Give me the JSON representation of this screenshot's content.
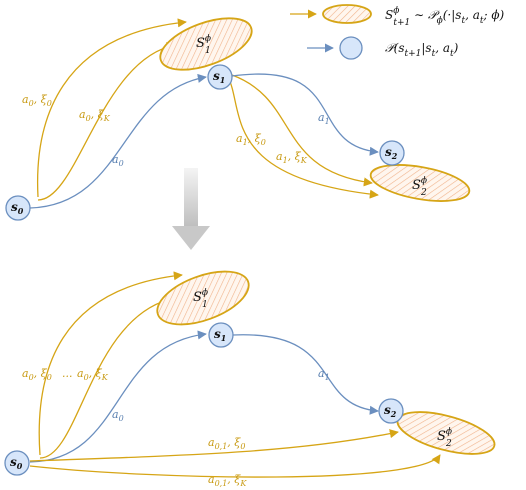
{
  "legend": {
    "set_label": "S^ϕ_{t+1} ∼ 𝒫_ϕ(·|s_t, a_t; ϕ)",
    "set_main": "S",
    "set_sup": "ϕ",
    "set_sub": "t+1",
    "set_rest": " ∼ 𝒫",
    "set_rest_sub": "ϕ",
    "set_rest2": "(·|s",
    "set_rest2_sub": "t",
    "set_rest3": ", a",
    "set_rest3_sub": "t",
    "set_rest4": "; ϕ)",
    "node_main": "𝒫(s",
    "node_sub1": "t+1",
    "node_mid": "|s",
    "node_sub2": "t",
    "node_mid2": ", a",
    "node_sub3": "t",
    "node_end": ")"
  },
  "top": {
    "s0": {
      "main": "s",
      "sub": "0"
    },
    "s1": {
      "main": "s",
      "sub": "1"
    },
    "s2": {
      "main": "s",
      "sub": "2"
    },
    "set1": {
      "main": "S",
      "sup": "ϕ",
      "sub": "1"
    },
    "set2": {
      "main": "S",
      "sup": "ϕ",
      "sub": "2"
    },
    "lbl_a0xi0": {
      "a": "a",
      "asub": "0",
      "xi": ", ξ",
      "xisub": "0"
    },
    "lbl_a0xiK": {
      "a": "a",
      "asub": "0",
      "xi": ", ξ",
      "xisub": "K"
    },
    "lbl_a0": {
      "a": "a",
      "asub": "0"
    },
    "lbl_a1xi0": {
      "a": "a",
      "asub": "1",
      "xi": ", ξ",
      "xisub": "0"
    },
    "lbl_a1xiK": {
      "a": "a",
      "asub": "1",
      "xi": ", ξ",
      "xisub": "K"
    },
    "lbl_a1": {
      "a": "a",
      "asub": "1"
    }
  },
  "bottom": {
    "s0": {
      "main": "s",
      "sub": "0"
    },
    "s1": {
      "main": "s",
      "sub": "1"
    },
    "s2": {
      "main": "s",
      "sub": "2"
    },
    "set1": {
      "main": "S",
      "sup": "ϕ",
      "sub": "1"
    },
    "set2": {
      "main": "S",
      "sup": "ϕ",
      "sub": "2"
    },
    "lbl_a0xi0": {
      "a": "a",
      "asub": "0",
      "xi": ", ξ",
      "xisub": "0"
    },
    "dots": "...",
    "lbl_a0xiK": {
      "a": "a",
      "asub": "0",
      "xi": ", ξ",
      "xisub": "K"
    },
    "lbl_a0": {
      "a": "a",
      "asub": "0"
    },
    "lbl_a1": {
      "a": "a",
      "asub": "1"
    },
    "lbl_a01xi0": {
      "a": "a",
      "asub": "0,1",
      "xi": ", ξ",
      "xisub": "0"
    },
    "lbl_a01xiK": {
      "a": "a",
      "asub": "0,1",
      "xi": ", ξ",
      "xisub": "K"
    }
  },
  "colors": {
    "gold": "#d6a516",
    "blue": "#6b8fbf",
    "node_fill": "#d7e6fa",
    "hatch": "#f0b48c",
    "arrow_down": "#cfcfcf"
  },
  "icons": {
    "transition_arrow": "down-arrow-icon"
  }
}
